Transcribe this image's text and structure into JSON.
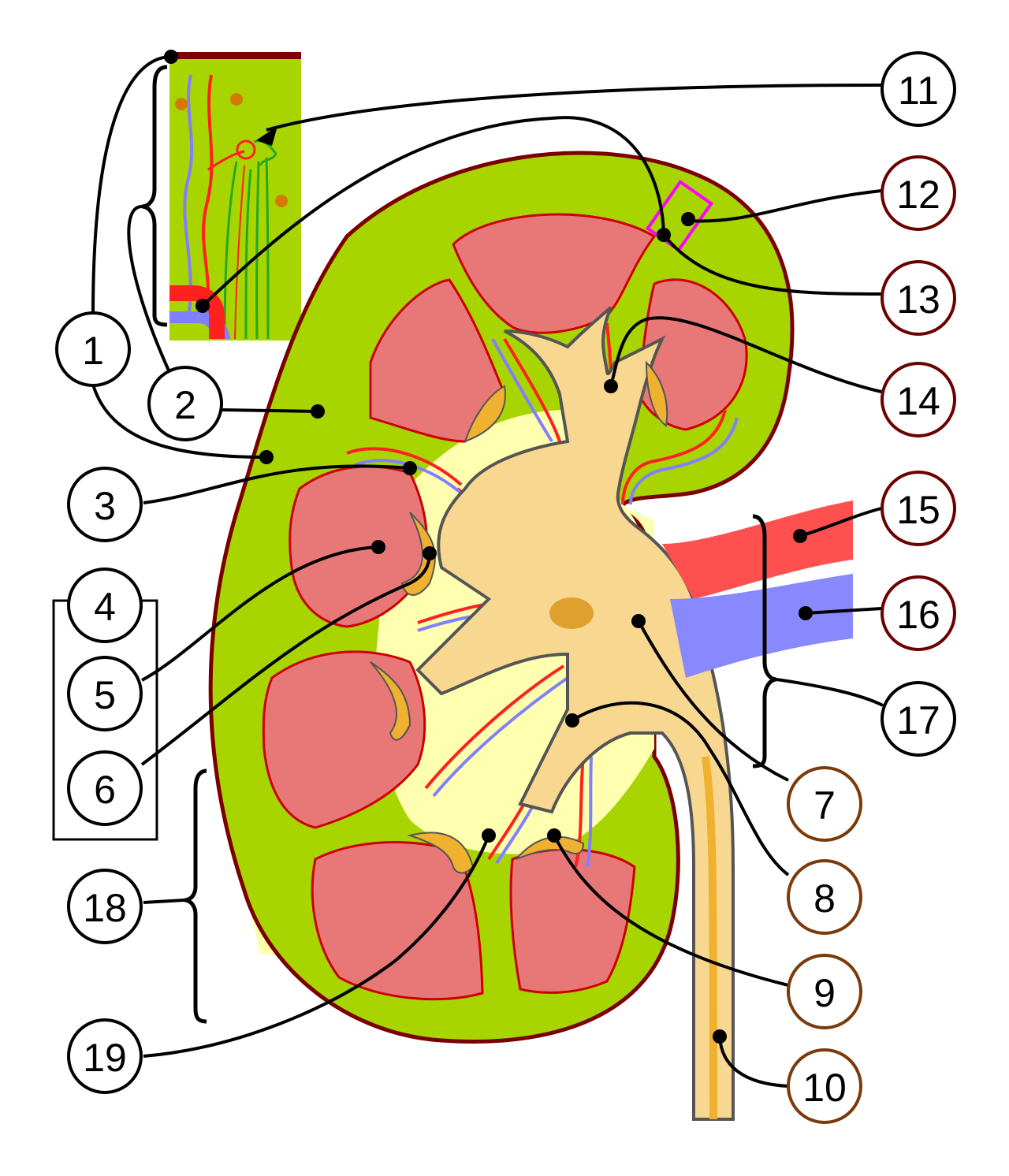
{
  "labels": [
    {
      "id": "1",
      "text": "1",
      "color": "#000000"
    },
    {
      "id": "2",
      "text": "2",
      "color": "#000000"
    },
    {
      "id": "3",
      "text": "3",
      "color": "#000000"
    },
    {
      "id": "4",
      "text": "4",
      "color": "#000000"
    },
    {
      "id": "5",
      "text": "5",
      "color": "#000000"
    },
    {
      "id": "6",
      "text": "6",
      "color": "#000000"
    },
    {
      "id": "7",
      "text": "7",
      "color": "#7a3a0a"
    },
    {
      "id": "8",
      "text": "8",
      "color": "#7a3a0a"
    },
    {
      "id": "9",
      "text": "9",
      "color": "#7a3a0a"
    },
    {
      "id": "10",
      "text": "10",
      "color": "#7a3a0a"
    },
    {
      "id": "11",
      "text": "11",
      "color": "#000000"
    },
    {
      "id": "12",
      "text": "12",
      "color": "#6b0000"
    },
    {
      "id": "13",
      "text": "13",
      "color": "#6b0000"
    },
    {
      "id": "14",
      "text": "14",
      "color": "#6b0000"
    },
    {
      "id": "15",
      "text": "15",
      "color": "#6b0000"
    },
    {
      "id": "16",
      "text": "16",
      "color": "#6b0000"
    },
    {
      "id": "17",
      "text": "17",
      "color": "#000000"
    },
    {
      "id": "18",
      "text": "18",
      "color": "#000000"
    },
    {
      "id": "19",
      "text": "19",
      "color": "#000000"
    }
  ],
  "colors": {
    "cortex": "#a8d400",
    "capsule": "#7a0000",
    "pyramid": "#e87878",
    "calyx": "#f0b030",
    "pelvis": "#f8d890",
    "sinus": "#ffffb0",
    "artery": "#ff3030",
    "vein": "#8080ff",
    "ureter_wall": "#555555",
    "inset_box": "#ff00ff"
  }
}
